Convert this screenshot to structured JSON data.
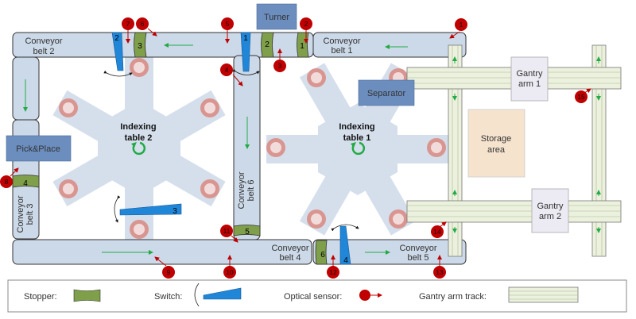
{
  "diagram": {
    "conveyors": [
      {
        "id": "belt1",
        "label_line1": "Conveyor",
        "label_line2": "belt 1"
      },
      {
        "id": "belt2",
        "label_line1": "Conveyor",
        "label_line2": "belt 2"
      },
      {
        "id": "belt3",
        "label_line1": "Conveyor",
        "label_line2": "belt 3"
      },
      {
        "id": "belt4",
        "label_line1": "Conveyor",
        "label_line2": "belt 4"
      },
      {
        "id": "belt5",
        "label_line1": "Conveyor",
        "label_line2": "belt 5"
      },
      {
        "id": "belt6",
        "label_line1": "Conveyor",
        "label_line2": "belt 6"
      }
    ],
    "stations": {
      "turner": "Turner",
      "separator": "Separator",
      "pick_place": "Pick&Place",
      "storage_line1": "Storage",
      "storage_line2": "area",
      "gantry1_line1": "Gantry",
      "gantry1_line2": "arm 1",
      "gantry2_line1": "Gantry",
      "gantry2_line2": "arm 2"
    },
    "tables": [
      {
        "id": "table1",
        "label_line1": "Indexing",
        "label_line2": "table 1"
      },
      {
        "id": "table2",
        "label_line1": "Indexing",
        "label_line2": "table 2"
      }
    ],
    "stoppers": [
      "1",
      "2",
      "3",
      "4",
      "5",
      "6"
    ],
    "switches": [
      "1",
      "2",
      "3",
      "4"
    ],
    "sensors": [
      "1",
      "2",
      "3",
      "4",
      "5",
      "6",
      "7",
      "8",
      "9",
      "10",
      "11",
      "12",
      "13",
      "14",
      "15"
    ],
    "colors": {
      "belt": "#CCD9E8",
      "stopper": "#7F9F4A",
      "switch": "#1F86D8",
      "sensor": "#C00000",
      "station": "#6C8EBF",
      "table": "#D5DFEC",
      "pallet": "#D99590",
      "storage": "#F6E3CE",
      "gantry_box": "#ECEAF2",
      "track": "#EBF1DD",
      "flow_arrow": "#22AA44"
    }
  },
  "legend": {
    "stopper": "Stopper:",
    "switch": "Switch:",
    "sensor": "Optical sensor:",
    "track": "Gantry arm track:"
  }
}
